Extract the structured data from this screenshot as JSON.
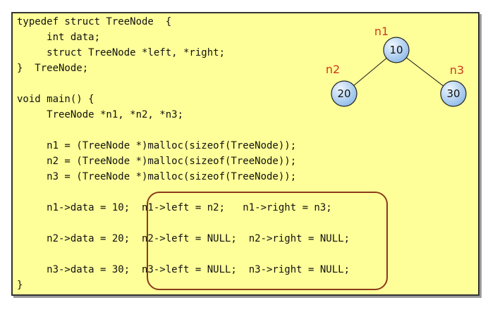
{
  "code_lines": [
    "typedef struct TreeNode  {",
    "     int data;",
    "     struct TreeNode *left, *right;",
    "}  TreeNode;",
    "",
    "void main() {",
    "     TreeNode *n1, *n2, *n3;",
    "",
    "     n1 = (TreeNode *)malloc(sizeof(TreeNode));",
    "     n2 = (TreeNode *)malloc(sizeof(TreeNode));",
    "     n3 = (TreeNode *)malloc(sizeof(TreeNode));",
    "",
    "     n1->data = 10;  n1->left = n2;   n1->right = n3;",
    "",
    "     n2->data = 20;  n2->left = NULL;  n2->right = NULL;",
    "",
    "     n3->data = 30;  n3->left = NULL;  n3->right = NULL;",
    "}"
  ],
  "tree": {
    "nodes": [
      {
        "label": "n1",
        "value": "10"
      },
      {
        "label": "n2",
        "value": "20"
      },
      {
        "label": "n3",
        "value": "30"
      }
    ]
  },
  "colors": {
    "panel_bg": "#ffff99",
    "label": "#cc3a1a",
    "highlight_border": "#8b3a1a",
    "node_fill_light": "#eef6ff",
    "node_fill_dark": "#8fbbe8"
  }
}
